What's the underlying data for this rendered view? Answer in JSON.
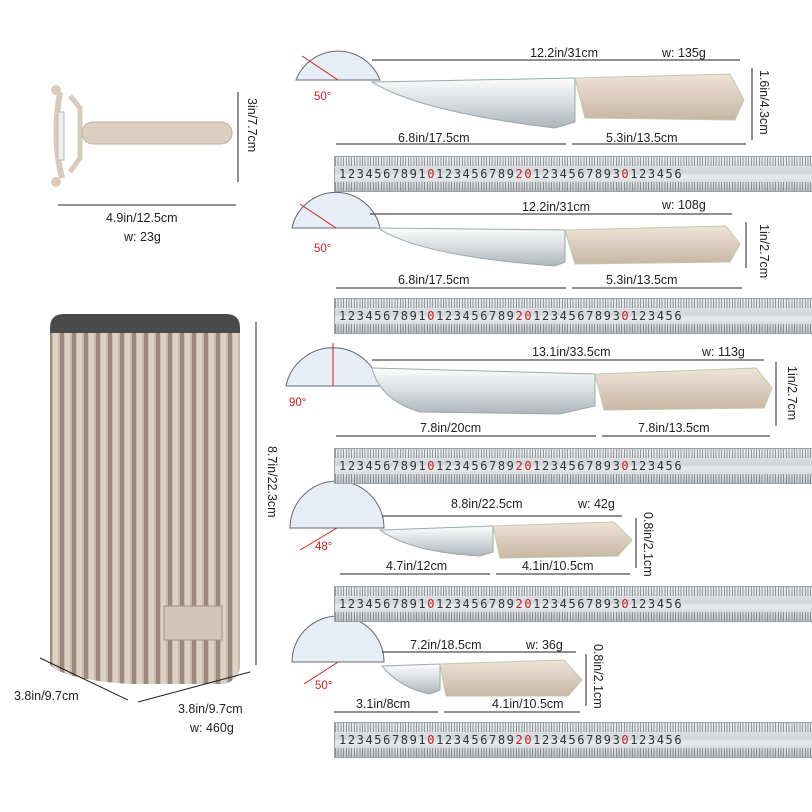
{
  "peeler": {
    "height": "3in/7.7cm",
    "length": "4.9in/12.5cm",
    "weight": "w:  23g"
  },
  "block": {
    "height": "8.7in/22.3cm",
    "depth": "3.8in/9.7cm",
    "width": "3.8in/9.7cm",
    "weight": "w:  460g"
  },
  "knives": [
    {
      "angle": "50°",
      "total": "12.2in/31cm",
      "weight": "w:  135g",
      "blade": "6.8in/17.5cm",
      "handle": "5.3in/13.5cm",
      "height": "1.6in/4.3cm"
    },
    {
      "angle": "50°",
      "total": "12.2in/31cm",
      "weight": "w:  108g",
      "blade": "6.8in/17.5cm",
      "handle": "5.3in/13.5cm",
      "height": "1in/2.7cm"
    },
    {
      "angle": "90°",
      "total": "13.1in/33.5cm",
      "weight": "w:  113g",
      "blade": "7.8in/20cm",
      "handle": "7.8in/13.5cm",
      "height": "1in/2.7cm"
    },
    {
      "angle": "48°",
      "total": "8.8in/22.5cm",
      "weight": "w:  42g",
      "blade": "4.7in/12cm",
      "handle": "4.1in/10.5cm",
      "height": "0.8in/2.1cm"
    },
    {
      "angle": "50°",
      "total": "7.2in/18.5cm",
      "weight": "w:  36g",
      "blade": "3.1in/8cm",
      "handle": "4.1in/10.5cm",
      "height": "0.8in/2.1cm"
    }
  ],
  "ruler": {
    "digits_a": "1234567891",
    "red_a": "0",
    "digits_b": "123456789",
    "red_b": "20",
    "digits_c": "1234567893",
    "red_c": "0",
    "digits_d": "123456"
  }
}
